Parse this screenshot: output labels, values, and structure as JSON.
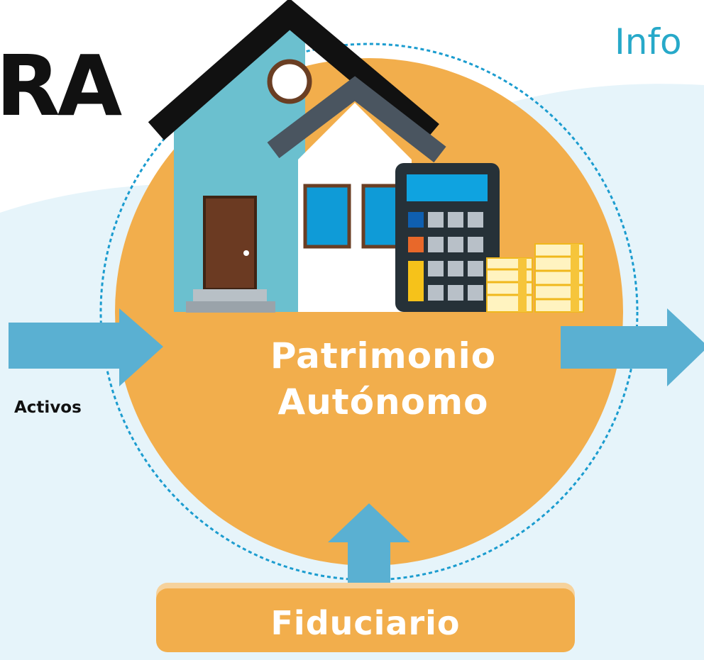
{
  "header": {
    "title_fragment_left": "RA",
    "title_fragment_right": "Info"
  },
  "diagram": {
    "center_line1": "Patrimonio",
    "center_line2": "Autónomo",
    "left_input_label": "Activos",
    "bottom_box_label": "Fiduciario"
  },
  "colors": {
    "circle": "#f2ae4c",
    "arrow": "#5ab0d2",
    "background_wave": "#e6f4fa",
    "title_accent": "#27a9c9"
  },
  "icons": [
    "house-icon",
    "calculator-icon",
    "cash-stack-icon"
  ]
}
